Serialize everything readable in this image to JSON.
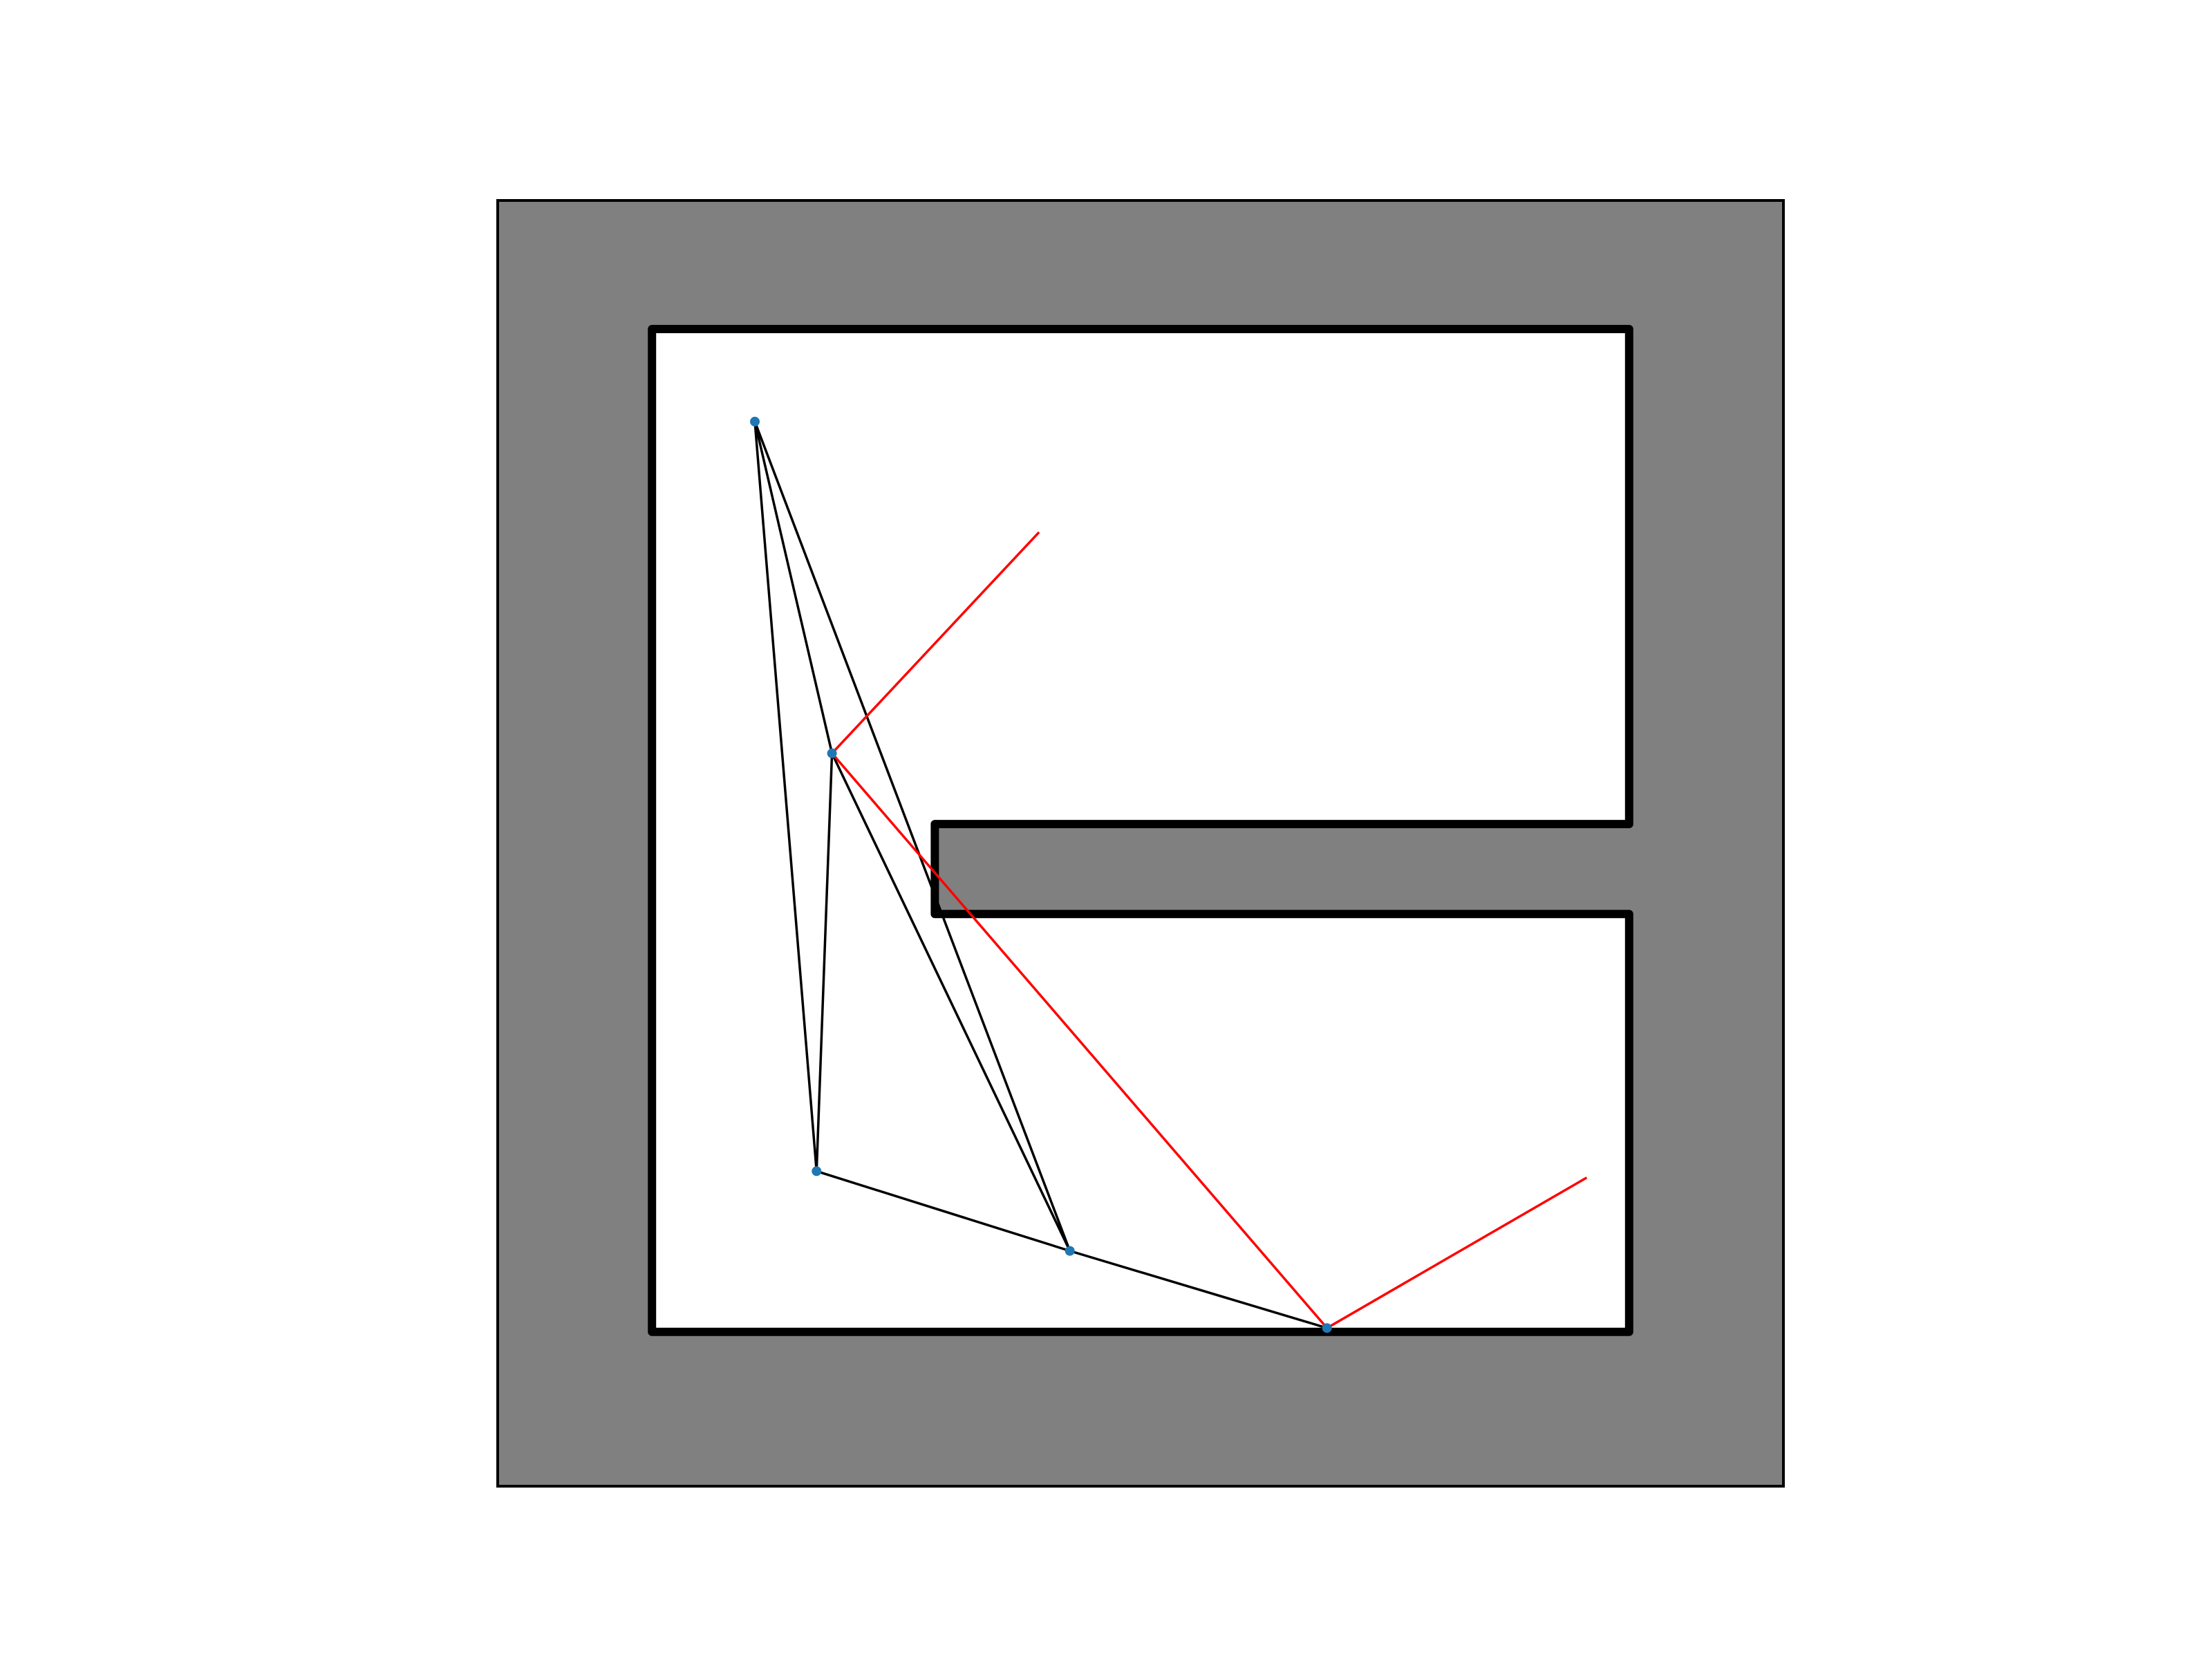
{
  "figure": {
    "background": "#ffffff",
    "domain": {
      "x": [
        0,
        1
      ],
      "y": [
        0,
        1
      ]
    },
    "frame_color": "#000000"
  },
  "obstacle": {
    "fill": "#808080",
    "outer_boundary": [
      [
        0,
        0
      ],
      [
        1,
        0
      ],
      [
        1,
        1
      ],
      [
        0,
        1
      ]
    ],
    "room_walls": [
      [
        0.12,
        0.12
      ],
      [
        0.88,
        0.12
      ],
      [
        0.88,
        0.445
      ],
      [
        0.34,
        0.445
      ],
      [
        0.34,
        0.515
      ],
      [
        0.88,
        0.515
      ],
      [
        0.88,
        0.9
      ],
      [
        0.12,
        0.9
      ]
    ],
    "wall_color": "#000000"
  },
  "nodes": {
    "color": "#1f77b4",
    "points": [
      [
        0.2,
        0.828
      ],
      [
        0.26,
        0.57
      ],
      [
        0.248,
        0.245
      ],
      [
        0.445,
        0.183
      ],
      [
        0.645,
        0.123
      ]
    ]
  },
  "edges": {
    "color": "#000000",
    "pairs": [
      [
        0,
        1
      ],
      [
        0,
        2
      ],
      [
        0,
        3
      ],
      [
        1,
        2
      ],
      [
        1,
        3
      ],
      [
        2,
        3
      ],
      [
        3,
        4
      ]
    ]
  },
  "path": {
    "color": "#ff0000",
    "points": [
      [
        0.421,
        0.742
      ],
      [
        0.26,
        0.57
      ],
      [
        0.645,
        0.123
      ],
      [
        0.847,
        0.24
      ]
    ]
  }
}
